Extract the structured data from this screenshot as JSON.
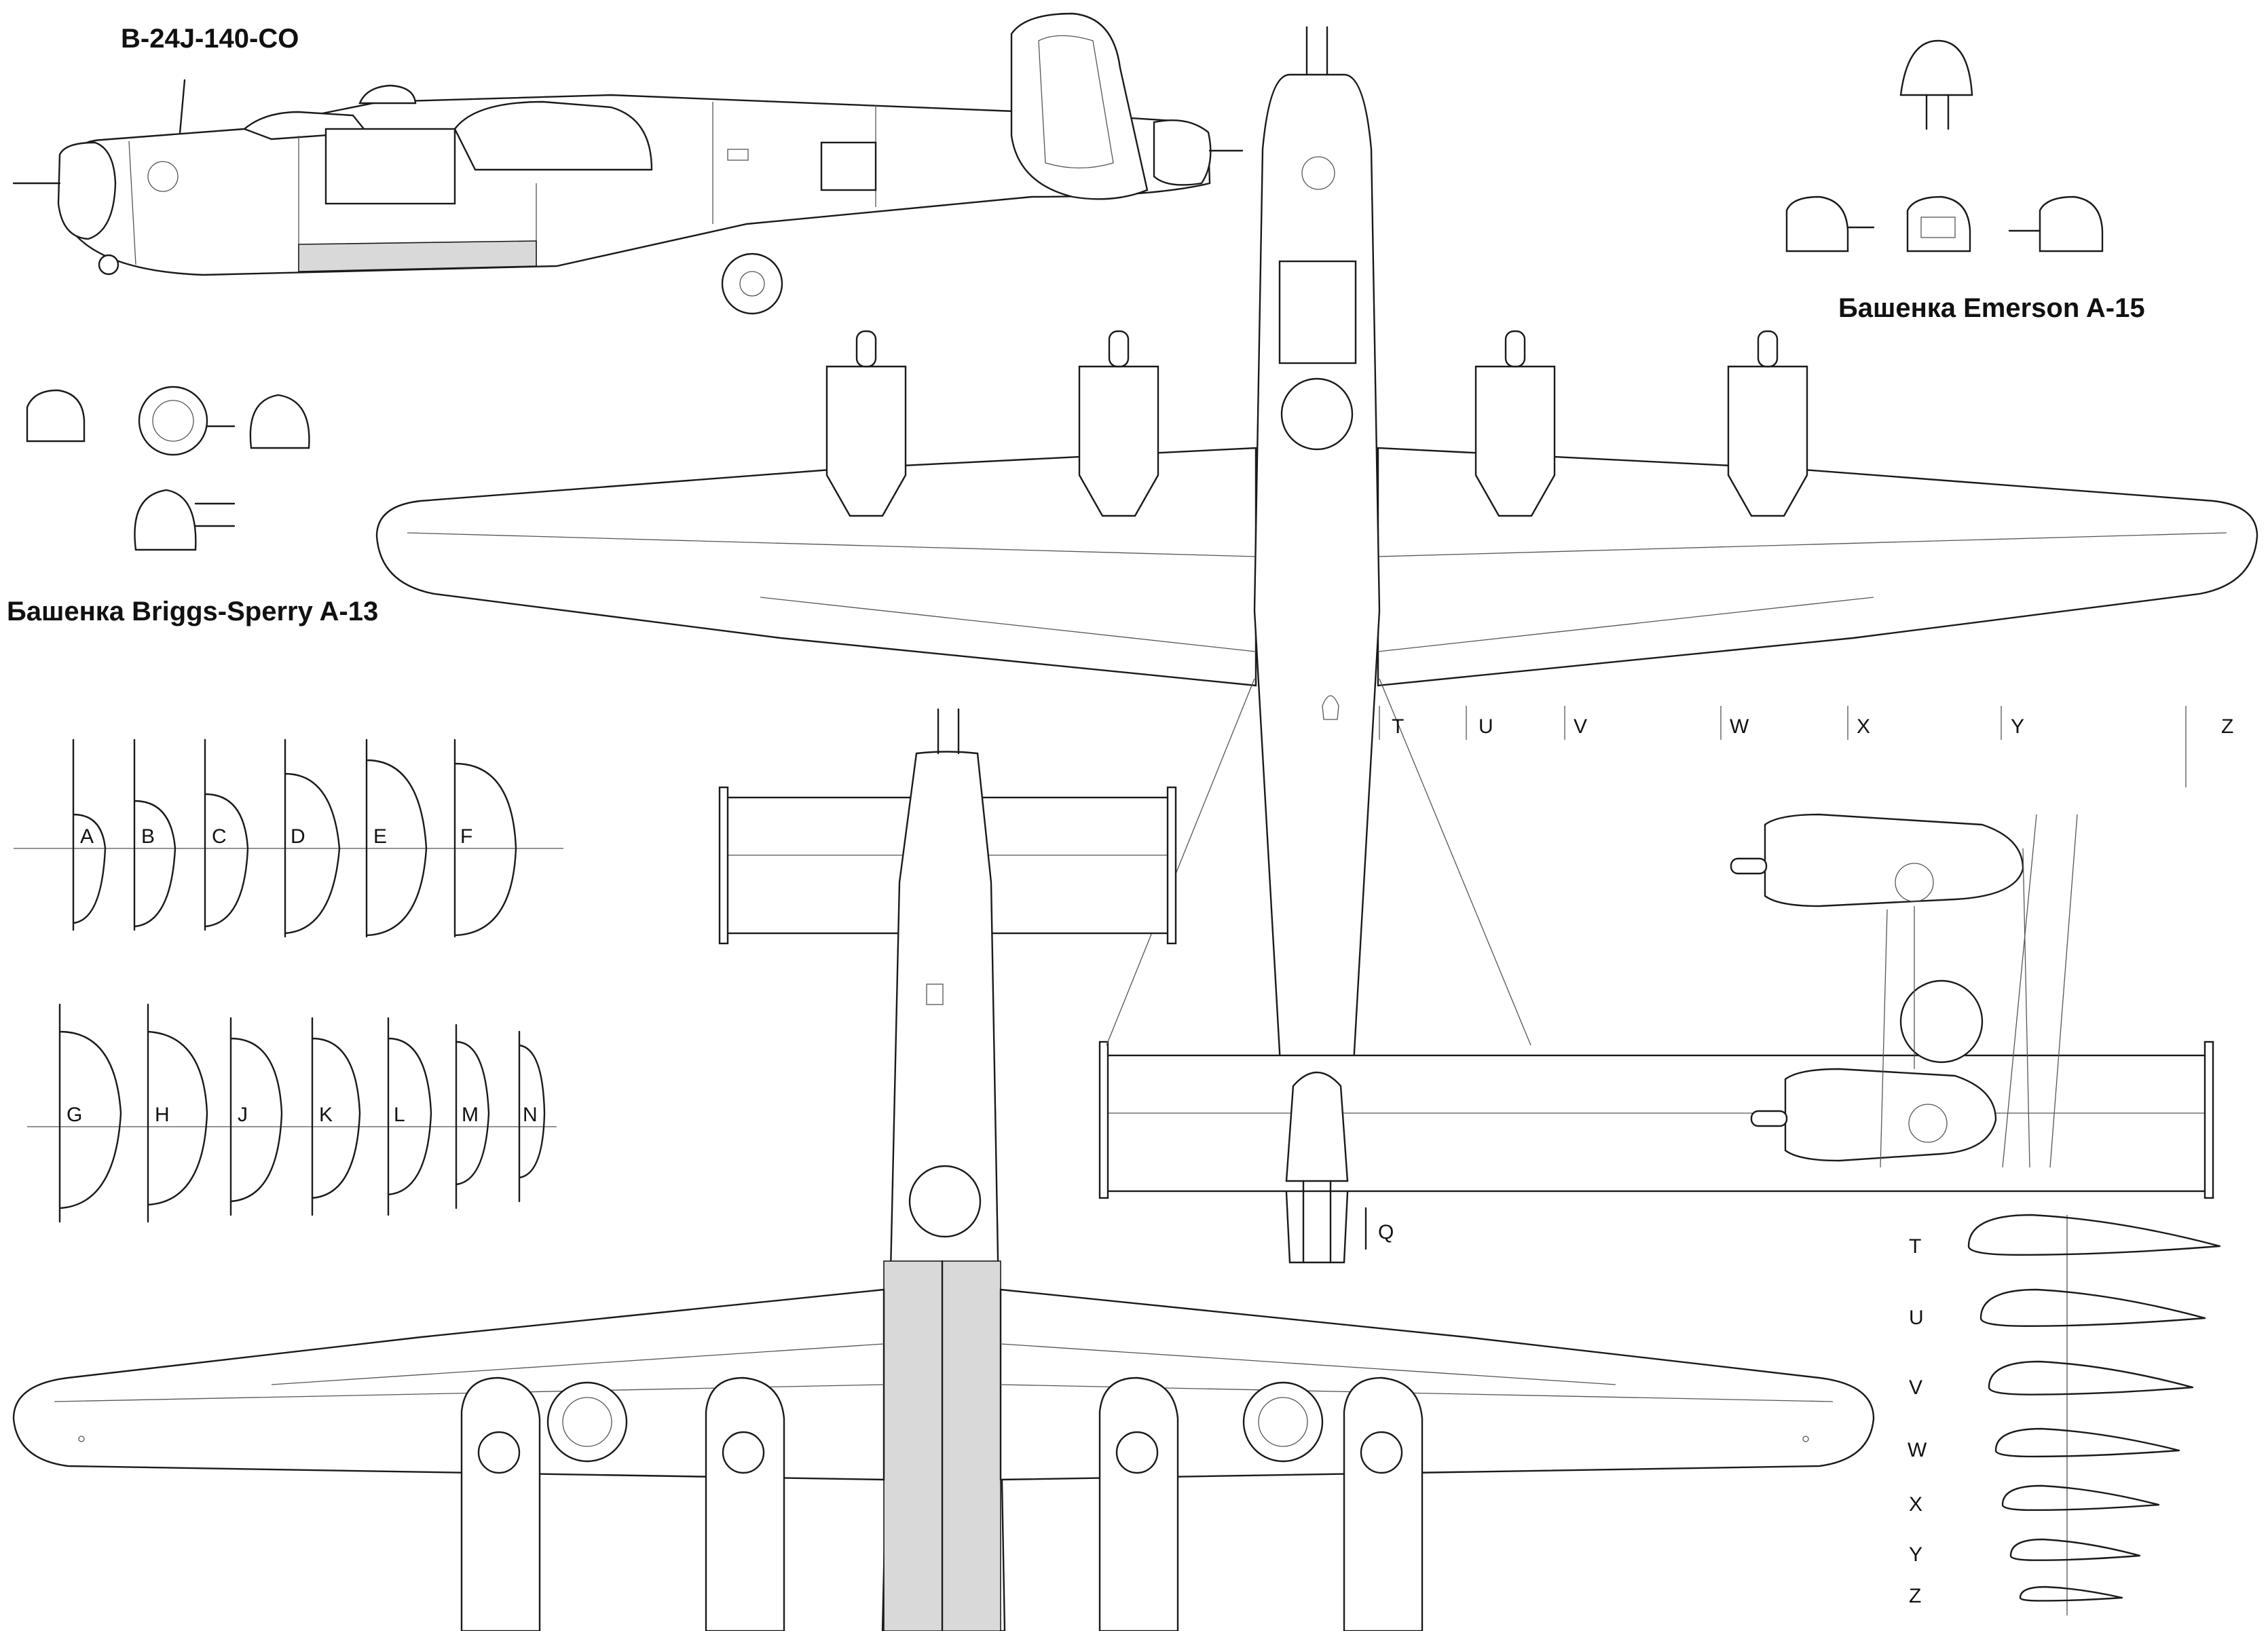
{
  "labels": {
    "model": "B-24J-140-CO",
    "emerson_turret": "Башенка Emerson A-15",
    "briggs_turret": "Башенка Briggs-Sperry A-13"
  },
  "sections_top": [
    "A",
    "B",
    "C",
    "D",
    "E",
    "F"
  ],
  "sections_bottom": [
    "G",
    "H",
    "J",
    "K",
    "L",
    "M",
    "N"
  ],
  "wing_stations": [
    "T",
    "U",
    "V",
    "W",
    "X",
    "Y",
    "Z"
  ],
  "tail_station": "Q",
  "airfoils": [
    "T",
    "U",
    "V",
    "W",
    "X",
    "Y",
    "Z"
  ]
}
